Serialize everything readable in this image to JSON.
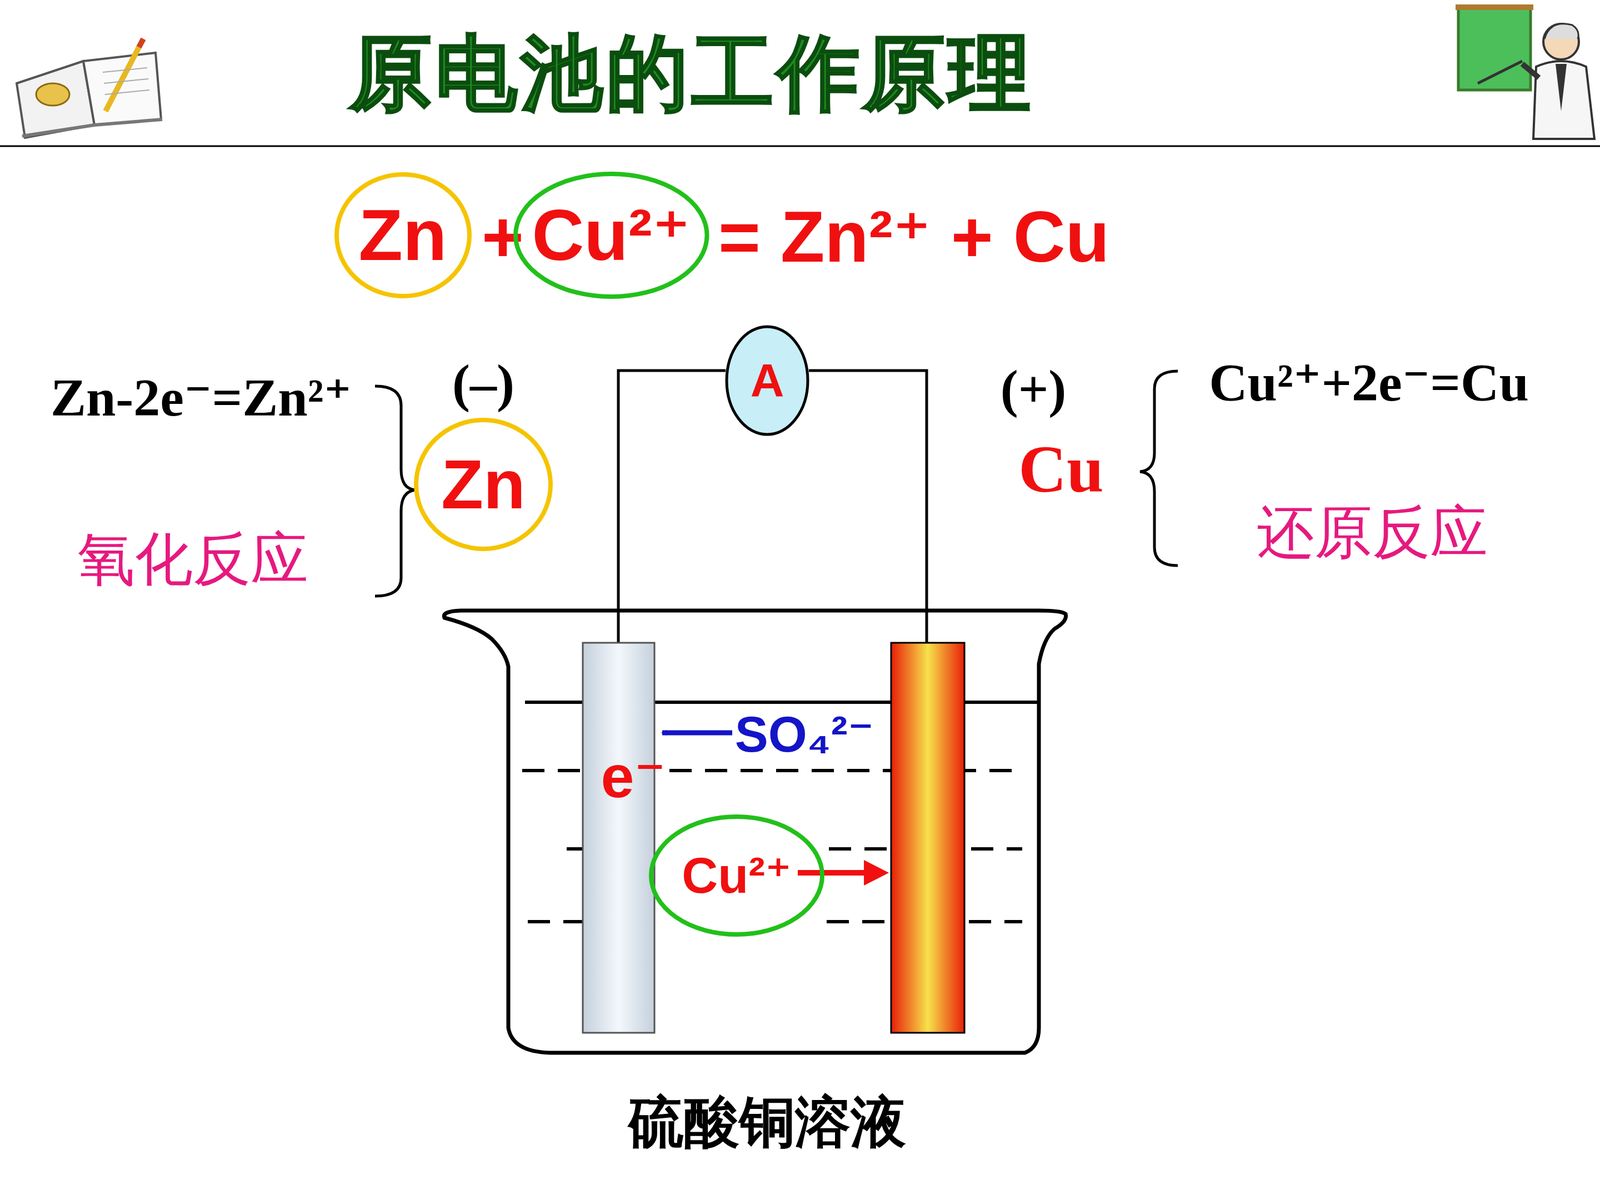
{
  "diagram": {
    "title": "原电池的工作原理",
    "nodes": [
      {
        "text": [
          "Zn"
        ]
      },
      {
        "text": [
          "Cu²⁺"
        ]
      },
      {
        "text": [
          "A"
        ]
      },
      {
        "text": [
          "Zn"
        ]
      },
      {
        "text": [
          "Cu²⁺"
        ]
      }
    ],
    "labels": [
      "+",
      "= Zn²⁺ + Cu",
      "Zn-2e⁻=Zn²⁺",
      "(–)",
      "氧化反应",
      "(+)",
      "Cu",
      "Cu²⁺+2e⁻=Cu",
      "还原反应",
      "SO₄²⁻",
      "e⁻",
      "硫酸铜溶液"
    ]
  }
}
